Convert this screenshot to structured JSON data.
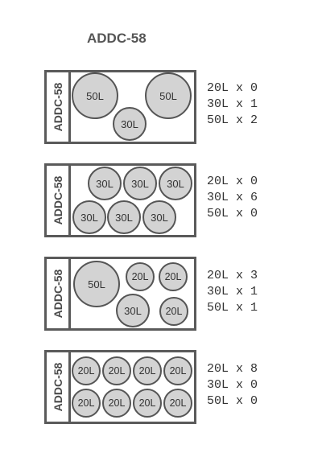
{
  "title": "ADDC-58",
  "panels": [
    {
      "label": "ADDC-58",
      "barrels": [
        "50L",
        "50L",
        "30L"
      ],
      "counts": [
        "20L x 0",
        "30L x 1",
        "50L x 2"
      ]
    },
    {
      "label": "ADDC-58",
      "barrels": [
        "30L",
        "30L",
        "30L",
        "30L",
        "30L",
        "30L"
      ],
      "counts": [
        "20L x 0",
        "30L x 6",
        "50L x 0"
      ]
    },
    {
      "label": "ADDC-58",
      "barrels": [
        "50L",
        "20L",
        "20L",
        "30L",
        "20L"
      ],
      "counts": [
        "20L x 3",
        "30L x 1",
        "50L x 1"
      ]
    },
    {
      "label": "ADDC-58",
      "barrels": [
        "20L",
        "20L",
        "20L",
        "20L",
        "20L",
        "20L",
        "20L",
        "20L"
      ],
      "counts": [
        "20L x 8",
        "30L x 0",
        "50L x 0"
      ]
    }
  ]
}
